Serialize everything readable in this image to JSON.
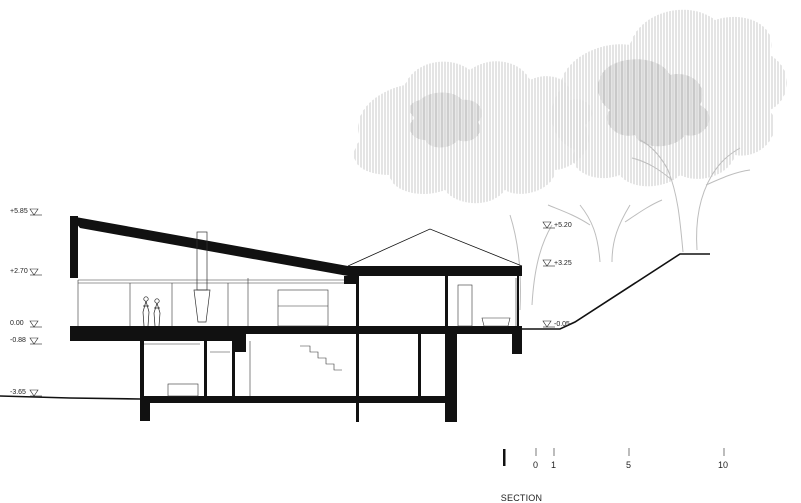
{
  "title": "SECTION",
  "levels_left": [
    "+5.85",
    "+2.70",
    "0.00",
    "-0.88",
    "-3.65"
  ],
  "levels_right": [
    "+5.20",
    "+3.25",
    "-0.05"
  ],
  "scale_labels": [
    "0",
    "1",
    "5",
    "10"
  ],
  "colors": {
    "line": "#111111",
    "tree": "#bdbdbd",
    "background": "#ffffff"
  }
}
